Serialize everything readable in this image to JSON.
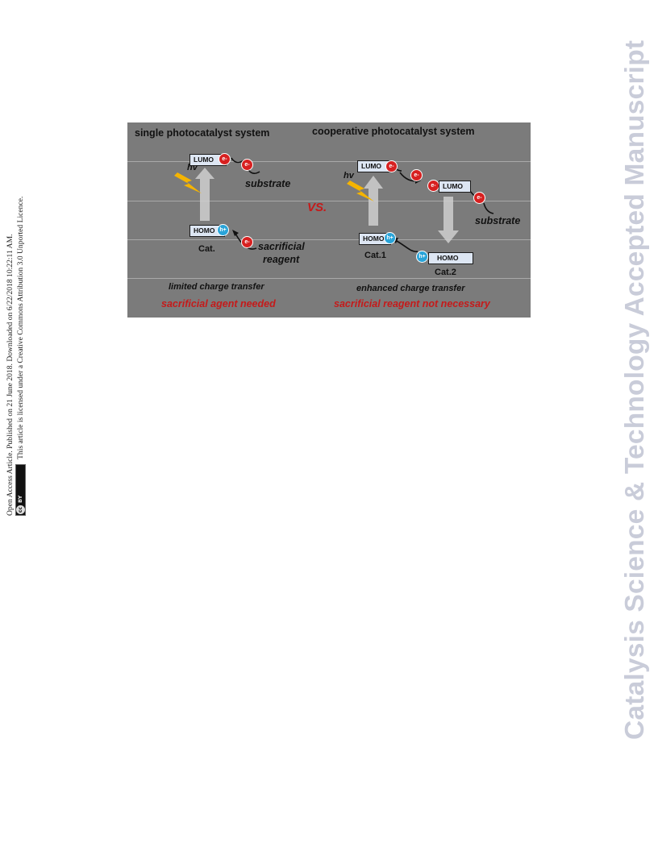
{
  "side_notice": {
    "line1": "Open Access Article. Published on 21 June 2018. Downloaded on 6/22/2018 10:22:11 AM.",
    "line2": "This article is licensed under a Creative Commons Attribution 3.0 Unported Licence.",
    "badge_cc": "cc",
    "badge_by": "BY"
  },
  "journal_mark": "Catalysis Science & Technology Accepted Manuscript",
  "figure": {
    "left_title": "single photocatalyst system",
    "right_title": "cooperative photocatalyst system",
    "vs": "VS.",
    "hv": "hv",
    "lumo": "LUMO",
    "homo": "HOMO",
    "electron": "e-",
    "hole": "h+",
    "substrate": "substrate",
    "sacrificial_line1": "sacrificial",
    "sacrificial_line2": "reagent",
    "cat": "Cat.",
    "cat1": "Cat.1",
    "cat2": "Cat.2",
    "left_footer_black": "limited charge transfer",
    "left_footer_red": "sacrificial agent needed",
    "right_footer_black": "enhanced charge transfer",
    "right_footer_red": "sacrificial reagent not necessary",
    "colors": {
      "background": "#7b7b7b",
      "electron": "#d72020",
      "hole": "#29a4d9",
      "emphasis_red": "#c51a1a",
      "lightning": "#f5b400"
    }
  }
}
